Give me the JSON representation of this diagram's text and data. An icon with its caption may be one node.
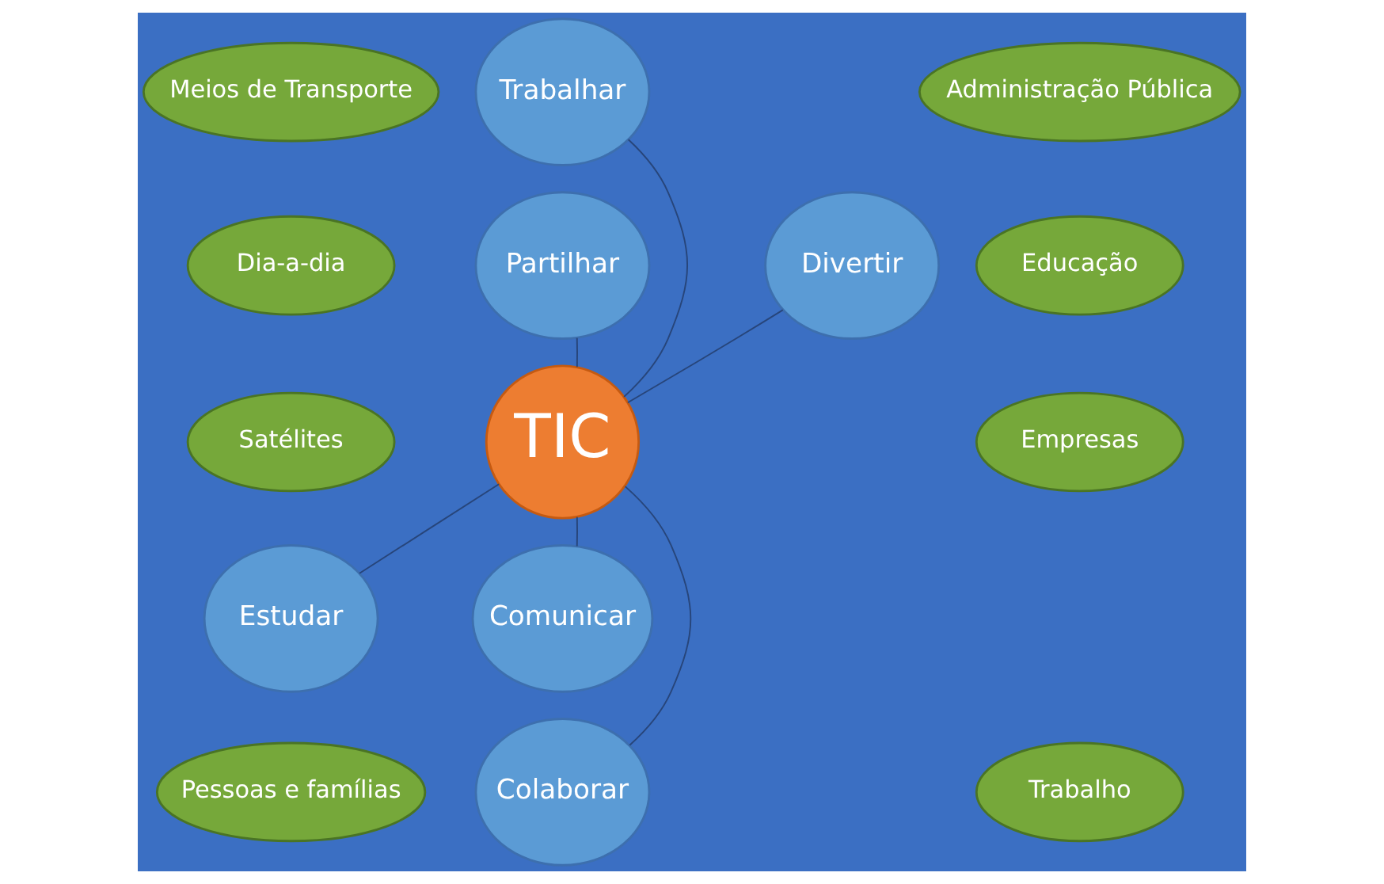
{
  "diagram": {
    "nodes": [
      {
        "text": [
          "Meios de Transporte"
        ]
      },
      {
        "text": [
          "Trabalhar"
        ]
      },
      {
        "text": [
          "Administração Pública"
        ]
      },
      {
        "text": [
          "Dia-a-dia"
        ]
      },
      {
        "text": [
          "Divertir"
        ]
      },
      {
        "text": [
          "Partilhar"
        ]
      },
      {
        "text": [
          "Educação"
        ]
      },
      {
        "text": [
          "TIC"
        ]
      },
      {
        "text": [
          "Satélites"
        ]
      },
      {
        "text": [
          "Empresas"
        ]
      },
      {
        "text": [
          "Estudar"
        ]
      },
      {
        "text": [
          "Comunicar"
        ]
      },
      {
        "text": [
          "Pessoas e famílias"
        ]
      },
      {
        "text": [
          "Colaborar"
        ]
      },
      {
        "text": [
          "Trabalho"
        ]
      }
    ],
    "edges": [
      {
        "from": 7,
        "to": 1,
        "arrow": "none"
      },
      {
        "from": 7,
        "to": 5,
        "arrow": "none"
      },
      {
        "from": 7,
        "to": 11,
        "arrow": "none"
      },
      {
        "from": 7,
        "to": 13,
        "arrow": "none"
      },
      {
        "from": 7,
        "to": 10,
        "arrow": "none"
      },
      {
        "from": 7,
        "to": 4,
        "arrow": "none"
      }
    ]
  }
}
